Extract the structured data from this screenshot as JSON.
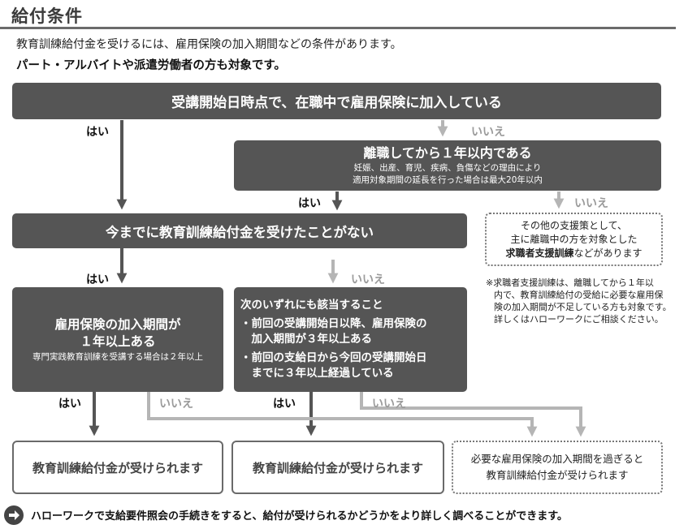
{
  "title": "給付条件",
  "intro": {
    "line1": "教育訓練給付金を受けるには、雇用保険の加入期間などの条件があります。",
    "line2": "パート・アルバイトや派遣労働者の方も対象です。"
  },
  "q1": {
    "text": "受講開始日時点で、在職中で雇用保険に加入している"
  },
  "q2": {
    "text": "離職してから１年以内である",
    "note1": "妊娠、出産、育児、疾病、負傷などの理由により",
    "note2": "適用対象期間の延長を行った場合は最大20年以内"
  },
  "q3": {
    "text": "今までに教育訓練給付金を受けたことがない"
  },
  "q4": {
    "line1": "雇用保険の加入期間が",
    "line2": "１年以上ある",
    "note": "専門実践教育訓練を受講する場合は２年以上"
  },
  "q5": {
    "head": "次のいずれにも該当すること",
    "b1a": "・前回の受講開始日以降、雇用保険の",
    "b1b": "　加入期間が３年以上ある",
    "b2a": "・前回の支給日から今回の受講開始日",
    "b2b": "　までに３年以上経過している"
  },
  "other_support": {
    "line1": "その他の支援策として、",
    "line2": "主に離職中の方を対象とした",
    "line3_bold": "求職者支援訓練",
    "line3_rest": "などがあります"
  },
  "footnote": {
    "line1": "※求職者支援訓練は、離職してから１年以",
    "line2": "内で、教育訓練給付の受給に必要な雇用保",
    "line3": "険の加入期間が不足している方も対象です。",
    "line4": "詳しくはハローワークにご相談ください。"
  },
  "labels": {
    "yes": "はい",
    "no": "いいえ"
  },
  "results": {
    "r1": "教育訓練給付金が受けられます",
    "r2": "教育訓練給付金が受けられます",
    "r3a": "必要な雇用保険の加入期間を過ぎると",
    "r3b": "教育訓練給付金が受けられます"
  },
  "bottom_note": "ハローワークで支給要件照会の手続きをすると、給付が受けられるかどうかをより詳しく調べることができます。",
  "icons": {
    "bottom": "arrow-right-circle-icon"
  },
  "colors": {
    "box_dark": "#555555",
    "arrow_dark": "#555555",
    "arrow_light": "#b5b5b5",
    "no_label": "#9a9a9a"
  }
}
